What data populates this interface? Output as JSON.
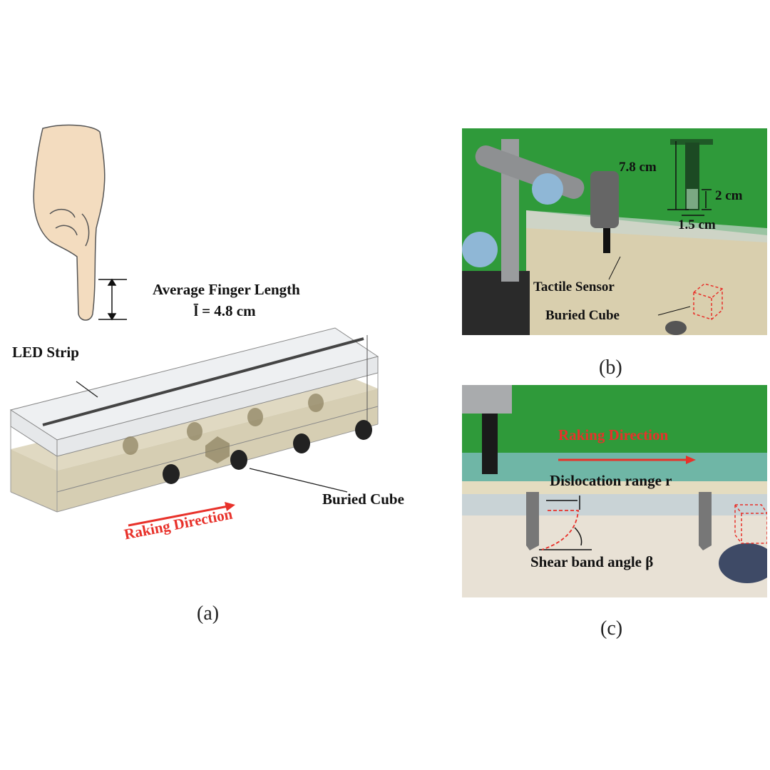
{
  "panel_a": {
    "caption": "(a)",
    "finger_label": "Average Finger Length",
    "finger_value": "l̄ = 4.8 cm",
    "led_label": "LED Strip",
    "cube_label": "Buried Cube",
    "raking_label": "Raking Direction"
  },
  "panel_b": {
    "caption": "(b)",
    "height_label": "7.8 cm",
    "sensor_len_label": "2 cm",
    "width_label": "1.5 cm",
    "sensor_label": "Tactile Sensor",
    "cube_label": "Buried Cube"
  },
  "panel_c": {
    "caption": "(c)",
    "raking_label": "Raking Direction",
    "dislocation_label": "Dislocation range r",
    "shear_label": "Shear band angle β"
  },
  "colors": {
    "accent_red": "#e8312a",
    "green_screen": "#2f9a3a",
    "sand": "#d9cfae"
  }
}
